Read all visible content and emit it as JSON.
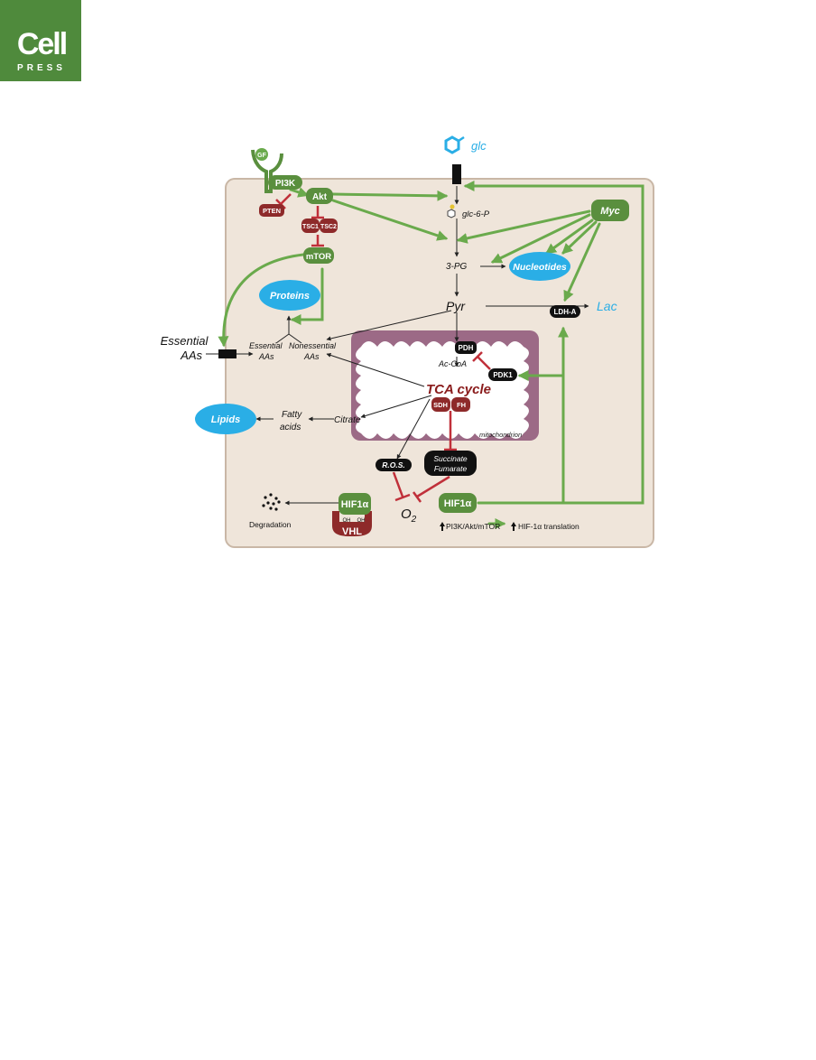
{
  "logo": {
    "word": "Cell",
    "sub": "PRESS"
  },
  "labels": {
    "gf": "GF",
    "pi3k": "PI3K",
    "pten": "PTEN",
    "akt": "Akt",
    "tsc1": "TSC1",
    "tsc2": "TSC2",
    "mtor": "mTOR",
    "glc": "glc",
    "glc6p": "glc-6-P",
    "myc": "Myc",
    "pg3": "3-PG",
    "nucleotides": "Nucleotides",
    "proteins": "Proteins",
    "pyr": "Pyr",
    "ldha": "LDH-A",
    "lac": "Lac",
    "essential_aas_1": "Essential",
    "essential_aas_2": "AAs",
    "essential_small_1": "Essential",
    "essential_small_2": "AAs",
    "nonessential_1": "Nonessential",
    "nonessential_2": "AAs",
    "pdh": "PDH",
    "accoa": "Ac-CoA",
    "pdk1": "PDK1",
    "tca": "TCA cycle",
    "sdh": "SDH",
    "fh": "FH",
    "mitochondrion": "mitochondrion",
    "lipids": "Lipids",
    "fatty_1": "Fatty",
    "fatty_2": "acids",
    "citrate": "Citrate",
    "ros": "R.O.S.",
    "succinate": "Succinate",
    "fumarate": "Fumarate",
    "hif_left": "HIF1α",
    "oh1": "OH",
    "oh2": "OH",
    "vhl": "VHL",
    "o2": "O",
    "o2_sub": "2",
    "hif_right": "HIF1α",
    "degradation": "Degradation",
    "footnote_a": "PI3K/Akt/mTOR",
    "footnote_b": "HIF-1α translation"
  },
  "colors": {
    "cell_bg": "#efe5da",
    "cell_border": "#c9b7a6",
    "green": "#6aaa4c",
    "green_node": "#5a8f3e",
    "red_node": "#8e2a2a",
    "inhibit_red": "#c0303a",
    "blue": "#2aaee6",
    "mito": "#9c6a86",
    "tca_text": "#8a1c1c"
  }
}
